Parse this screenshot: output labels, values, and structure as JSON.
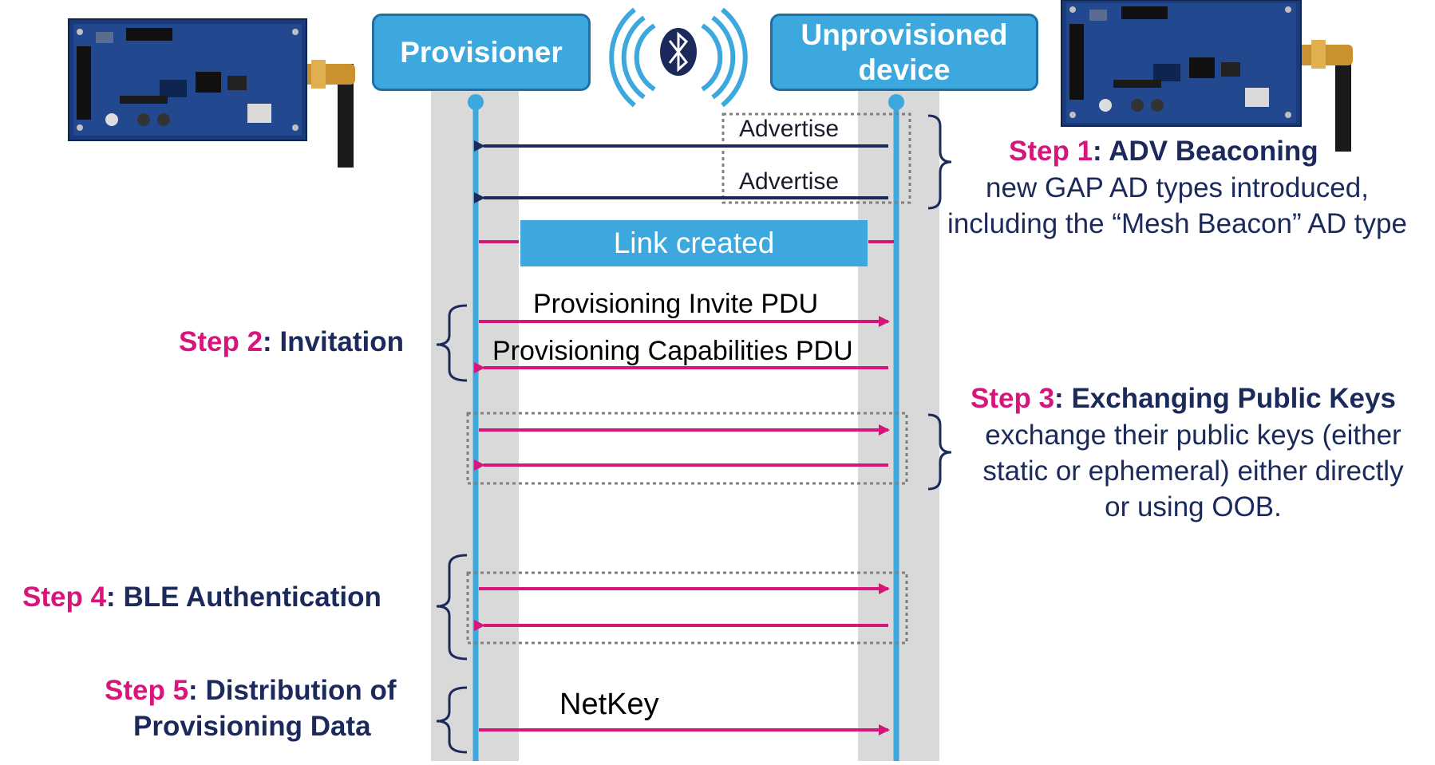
{
  "participants": {
    "left": "Provisioner",
    "right": "Unprovisioned device"
  },
  "boards": {
    "left_icon": "development-board",
    "right_icon": "development-board",
    "center_icon": "bluetooth-icon"
  },
  "messages": {
    "advertise_1": "Advertise",
    "advertise_2": "Advertise",
    "link_created": "Link created",
    "invite": "Provisioning Invite PDU",
    "capabilities": "Provisioning Capabilities PDU",
    "netkey": "NetKey"
  },
  "steps": {
    "step1": {
      "num": "Step 1",
      "sep": ": ",
      "name": "ADV Beaconing",
      "desc": [
        "new GAP AD types introduced,",
        "including the “Mesh Beacon” AD type"
      ]
    },
    "step2": {
      "num": "Step 2",
      "sep": ": ",
      "name": "Invitation"
    },
    "step3": {
      "num": "Step 3",
      "sep": ": ",
      "name": "Exchanging Public Keys",
      "desc": [
        "exchange their public keys (either",
        "static or ephemeral) either directly",
        "or using OOB."
      ]
    },
    "step4": {
      "num": "Step 4",
      "sep": ": ",
      "name": "BLE Authentication"
    },
    "step5": {
      "num": "Step 5",
      "sep": ": ",
      "name": "Distribution of",
      "name2": "Provisioning Data"
    }
  },
  "colors": {
    "lifeline": "#3CA8DE",
    "lane": "#D9D9D9",
    "navy_arrow": "#1B2A5A",
    "pink_arrow": "#D7157B",
    "step_number": "#D7157B",
    "text_dark": "#1B2A5A",
    "board": "#1B3A7A"
  }
}
